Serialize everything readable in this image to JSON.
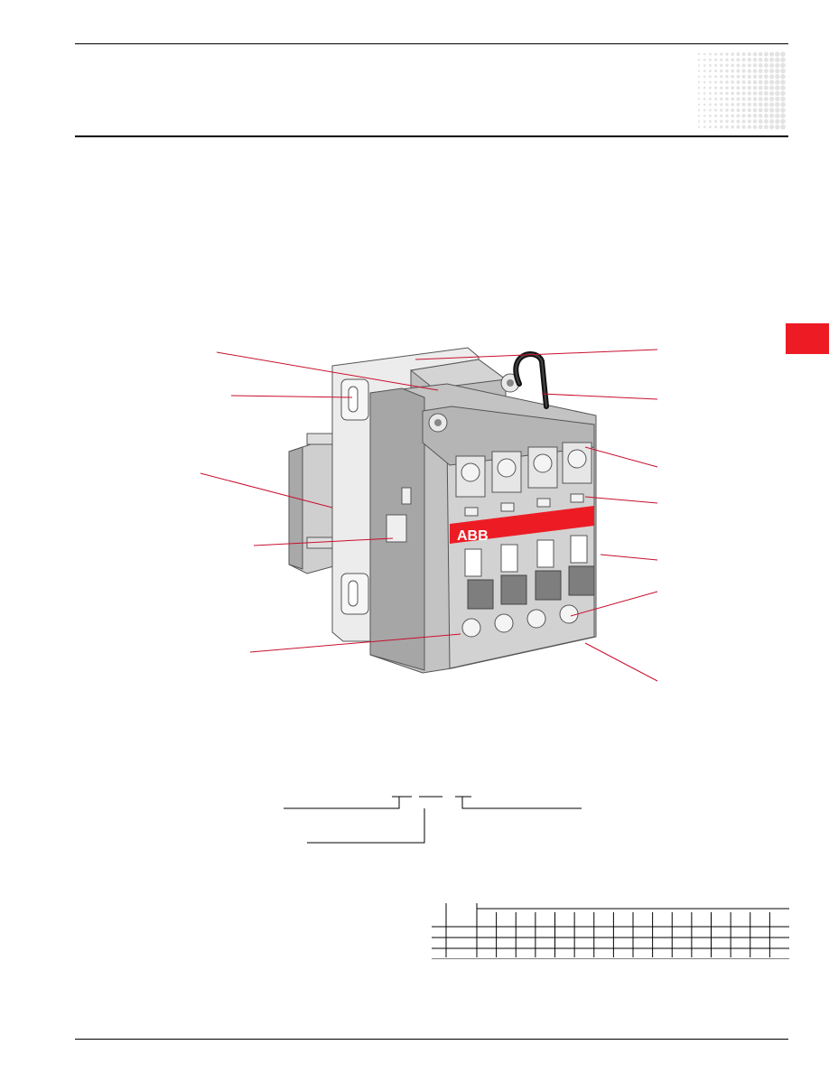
{
  "product": {
    "brand_logo": "ABB",
    "colors": {
      "accent_red": "#ed1c24",
      "callout_red": "#c8102e",
      "housing_gray": "#b9b9b9",
      "housing_light": "#dcdcdc",
      "housing_dark": "#8c8c8c",
      "terminal_cap": "#7a7a7a"
    }
  },
  "spec_table": {
    "columns": 16,
    "rows": 3
  }
}
